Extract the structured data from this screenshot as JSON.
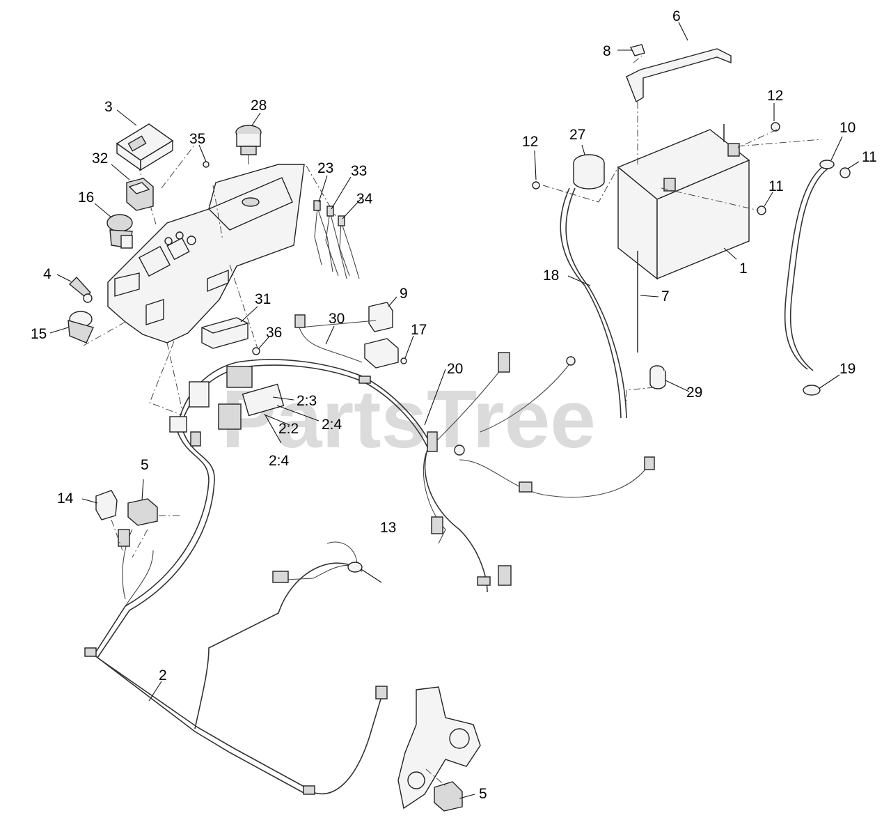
{
  "watermark": "PartsTree",
  "callouts": [
    "1",
    "2",
    "2:2",
    "2:3",
    "2:4",
    "2:4",
    "3",
    "4",
    "5",
    "5",
    "6",
    "7",
    "8",
    "9",
    "10",
    "11",
    "11",
    "12",
    "12",
    "13",
    "14",
    "15",
    "16",
    "17",
    "18",
    "19",
    "20",
    "23",
    "27",
    "28",
    "29",
    "30",
    "31",
    "32",
    "33",
    "34",
    "35",
    "36"
  ]
}
